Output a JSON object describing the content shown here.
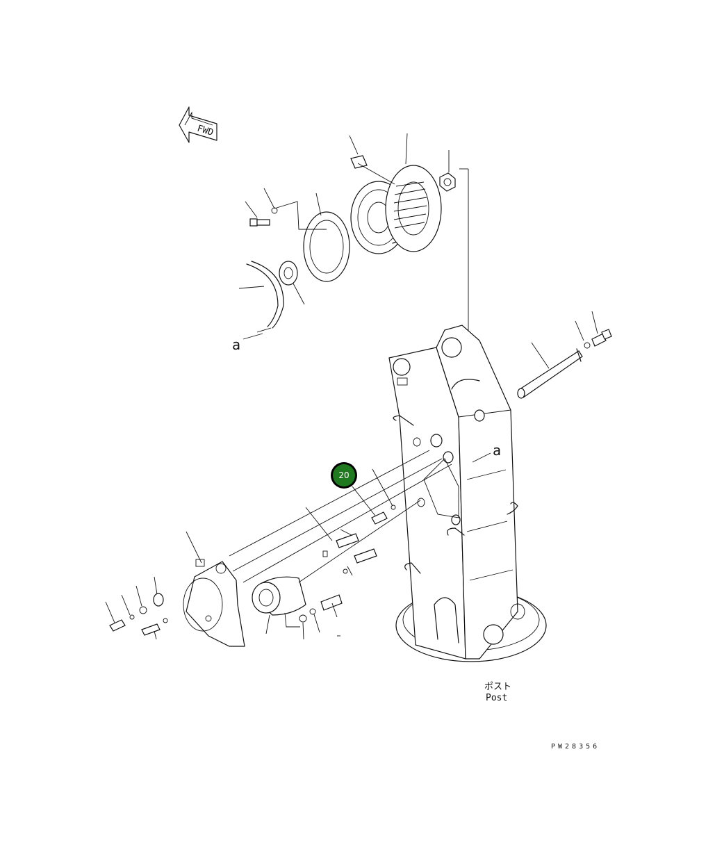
{
  "fwd_label": "FWD",
  "ref_a_top": "a",
  "ref_a_right": "a",
  "post_label_jp": "ポスト",
  "post_label_en": "Post",
  "figure_code": "PW28356",
  "highlighted_callout": {
    "number": "20",
    "color": "#1f7a1f"
  }
}
